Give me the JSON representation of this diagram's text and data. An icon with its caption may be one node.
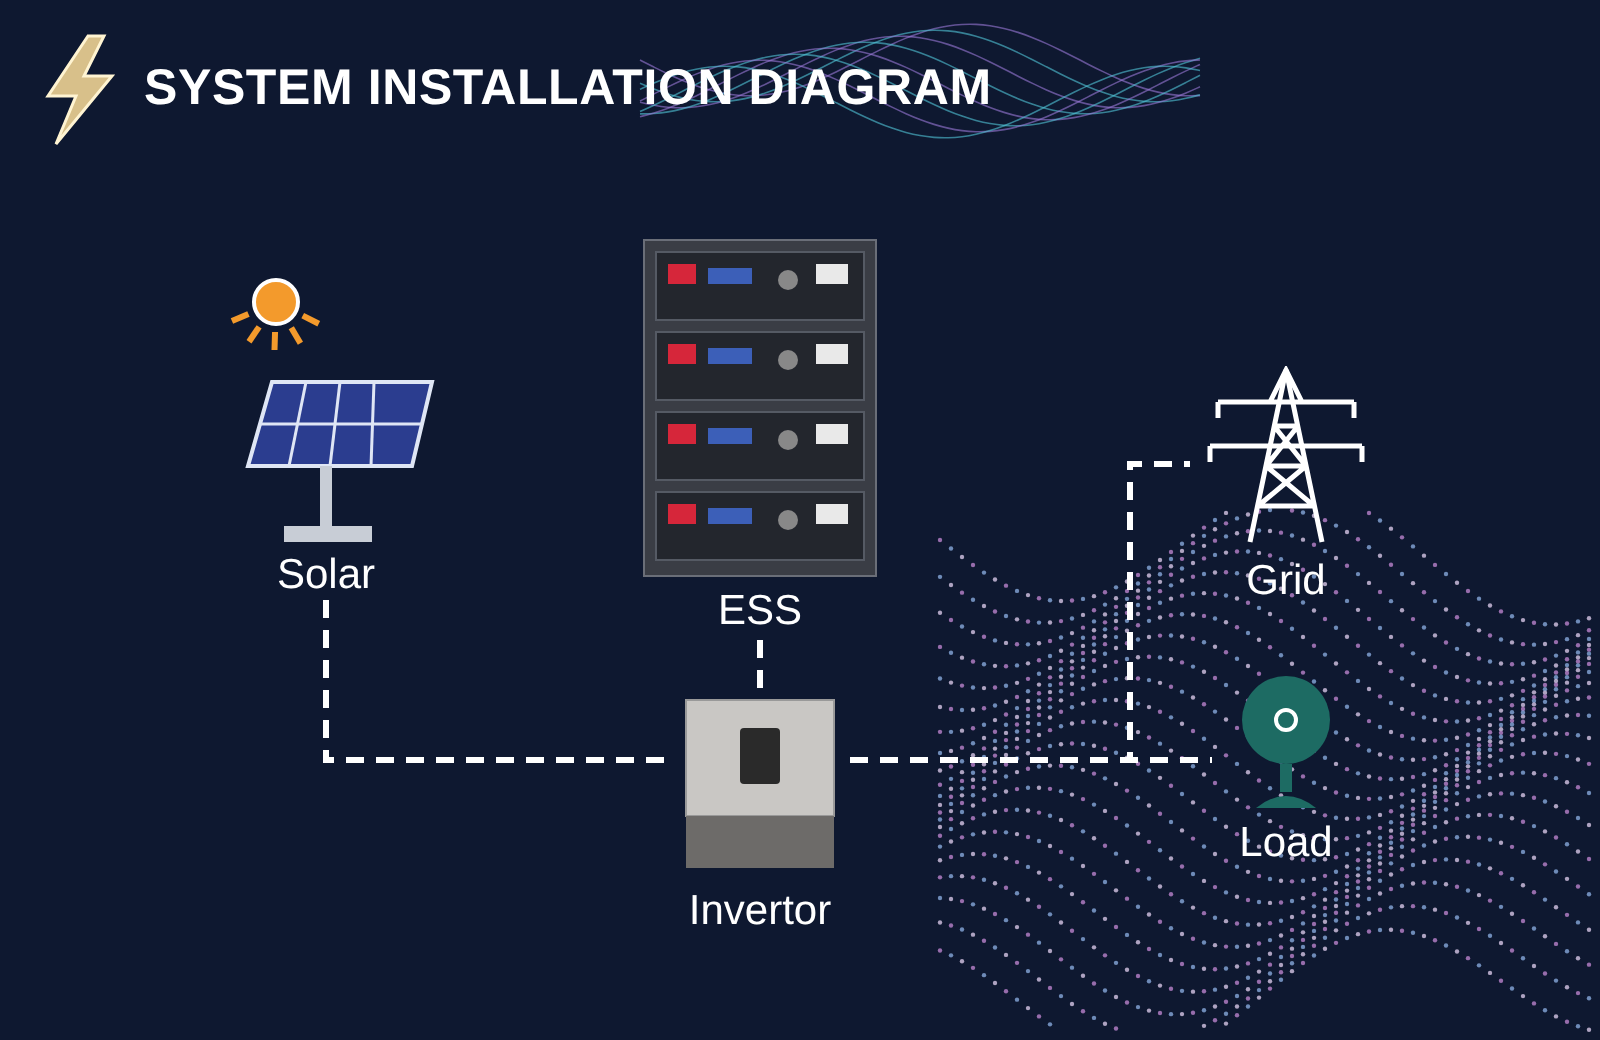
{
  "diagram": {
    "title": "SYSTEM INSTALLATION DIAGRAM",
    "nodes": [
      {
        "text": [
          "Solar"
        ]
      },
      {
        "text": [
          "ESS"
        ]
      },
      {
        "text": [
          "Invertor"
        ]
      },
      {
        "text": [
          "Grid"
        ]
      },
      {
        "text": [
          "Load"
        ]
      }
    ],
    "edges": [
      {
        "from": 0,
        "to": 2,
        "arrow": "none",
        "style": "dashed"
      },
      {
        "from": 1,
        "to": 2,
        "arrow": "none",
        "style": "dashed"
      },
      {
        "from": 2,
        "to": 4,
        "arrow": "none",
        "style": "dashed"
      },
      {
        "from": 2,
        "to": 3,
        "arrow": "none",
        "style": "dashed"
      }
    ]
  }
}
